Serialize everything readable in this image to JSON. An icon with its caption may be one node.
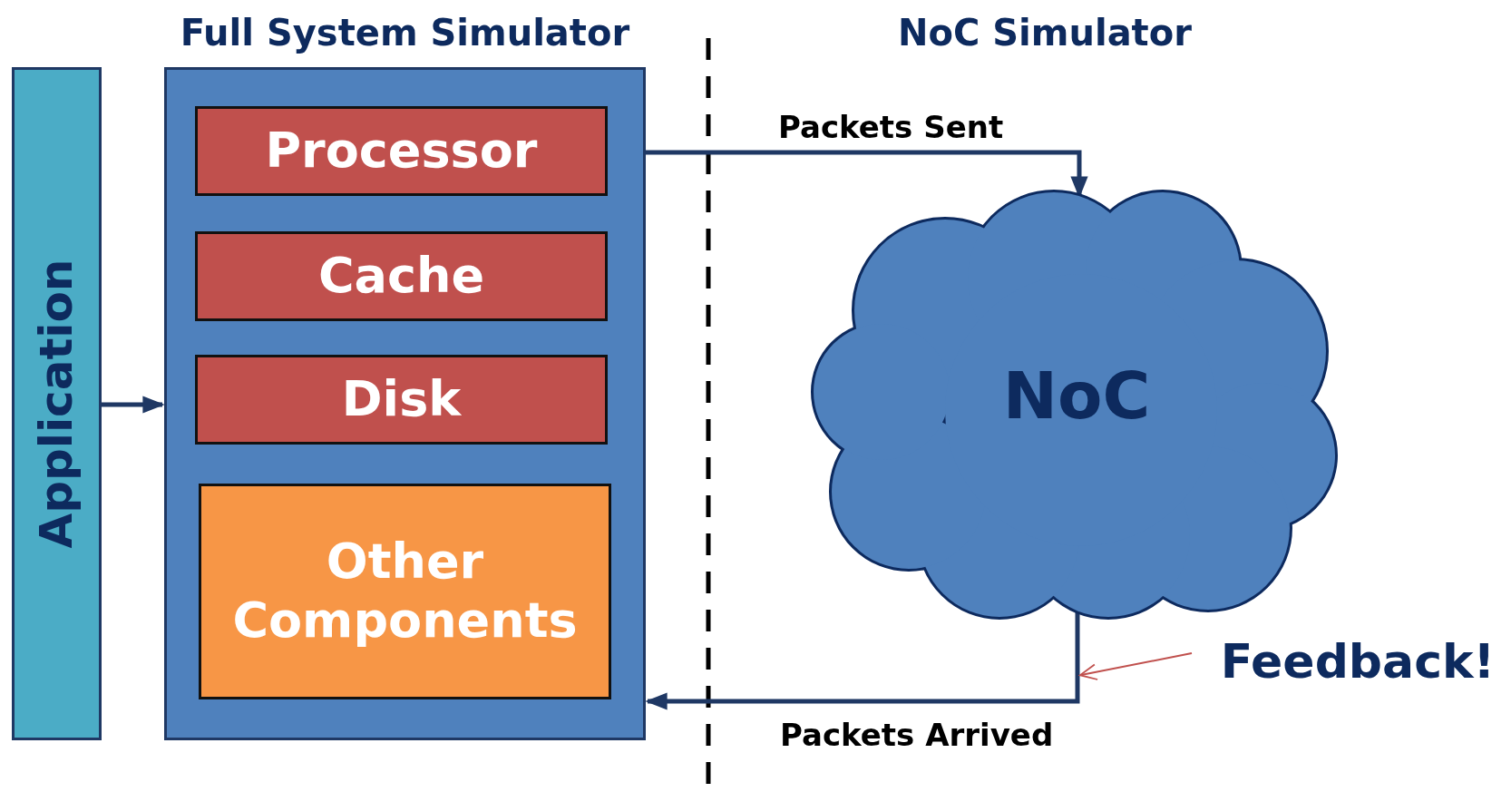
{
  "diagram": {
    "nodes": [
      {
        "text": [
          "Application"
        ]
      },
      {
        "text": [
          "Full System Simulator"
        ]
      },
      {
        "text": [
          "Processor"
        ],
        "in": 1
      },
      {
        "text": [
          "Cache"
        ],
        "in": 1
      },
      {
        "text": [
          "Disk"
        ],
        "in": 1
      },
      {
        "text": [
          "Other Components"
        ],
        "in": 1
      },
      {
        "text": [
          "NoC"
        ]
      },
      {
        "text": [
          "Feedback!"
        ]
      }
    ],
    "edges": [
      {
        "from": 0,
        "to": 1,
        "arrow": "to"
      },
      {
        "from": 1,
        "to": 6,
        "arrow": "to",
        "label": "Packets Sent"
      },
      {
        "from": 6,
        "to": 1,
        "arrow": "to",
        "label": "Packets Arrived"
      },
      {
        "from": 7,
        "to": null,
        "arrow": "to",
        "color": "#c0504d"
      }
    ],
    "labels": [
      "NoC Simulator"
    ]
  }
}
